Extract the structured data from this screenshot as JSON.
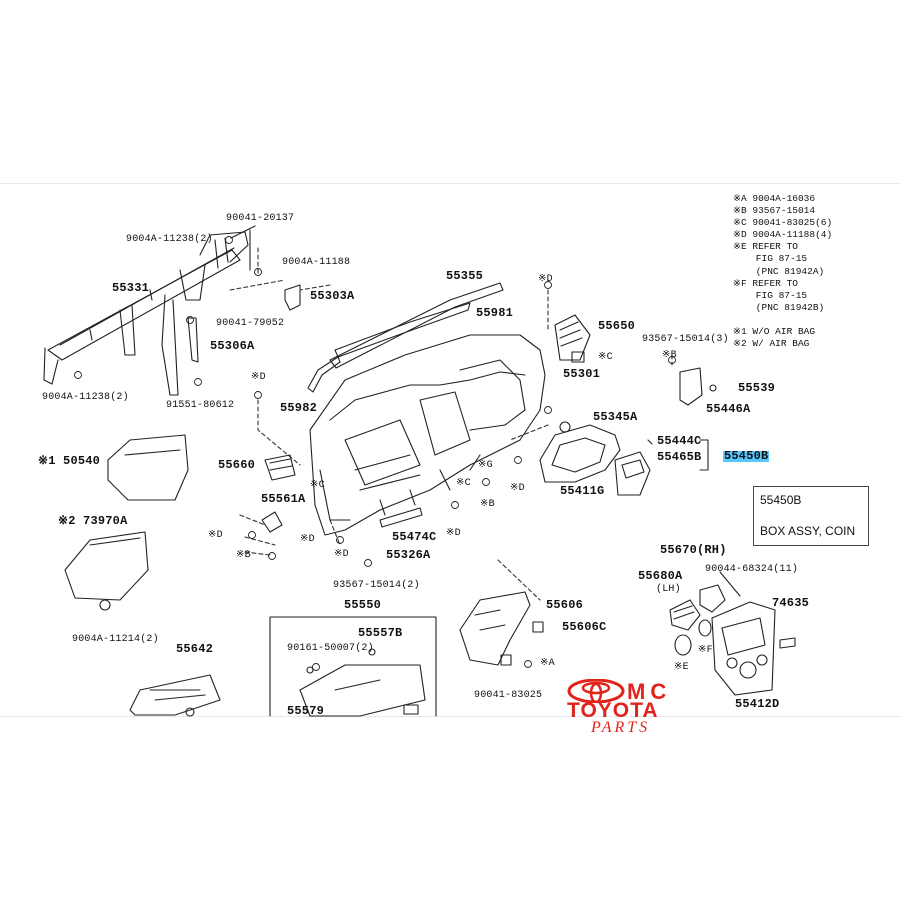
{
  "legend_notes": [
    "※A 9004A-16036",
    "※B 93567-15014",
    "※C 90041-83025(6)",
    "※D 9004A-11188(4)",
    "※E REFER TO",
    "    FIG 87-15",
    "    (PNC 81942A)",
    "※F REFER TO",
    "    FIG 87-15",
    "    (PNC 81942B)",
    "",
    "※1 W/O AIR BAG",
    "※2 W/ AIR BAG"
  ],
  "labels": {
    "l_90041_20137": "90041-20137",
    "l_9004A_11238_2_top": "9004A-11238(2)",
    "l_9004A_11188": "9004A-11188",
    "l_55331": "55331",
    "l_55303A": "55303A",
    "l_90041_79052": "90041-79052",
    "l_55306A": "55306A",
    "l_9004A_11238_2_bot": "9004A-11238(2)",
    "l_91551_80612": "91551-80612",
    "l_55355": "55355",
    "l_55981": "55981",
    "l_55650": "55650",
    "l_D1": "※D",
    "l_C1": "※C",
    "l_55301": "55301",
    "l_93567_15014_3": "93567-15014(3)",
    "l_B1": "※B",
    "l_55539": "55539",
    "l_55446A": "55446A",
    "l_D2": "※D",
    "l_55982": "55982",
    "l_55345A": "55345A",
    "l_55444C": "55444C",
    "l_55465B": "55465B",
    "l_55450B": "55450B",
    "l_55411G": "55411G",
    "l_50540": "※1 50540",
    "l_55660": "55660",
    "l_C2": "※C",
    "l_G": "※G",
    "l_D3": "※D",
    "l_C3": "※C",
    "l_B2": "※B",
    "l_D4": "※D",
    "l_55561A": "55561A",
    "l_D5": "※D",
    "l_B3": "※B",
    "l_D6": "※D",
    "l_55474C": "55474C",
    "l_D7": "※D",
    "l_55326A": "55326A",
    "l_93567_15014_2": "93567-15014(2)",
    "l_73970A": "※2 73970A",
    "l_9004A_11214_2": "9004A-11214(2)",
    "l_55670": "55670(RH)",
    "l_55680A": "55680A",
    "l_LH": "(LH)",
    "l_90044_68324": "90044-68324(11)",
    "l_74635": "74635",
    "l_55550": "55550",
    "l_55606": "55606",
    "l_55557B": "55557B",
    "l_90161_50007": "90161-50007(2)",
    "l_55606C": "55606C",
    "l_55642": "55642",
    "l_55579": "55579",
    "l_A1": "※A",
    "l_90041_83025": "90041-83025",
    "l_E": "※E",
    "l_F": "※F",
    "l_55412D": "55412D"
  },
  "tooltip": {
    "part_number": "55450B",
    "description": "BOX ASSY, COIN"
  },
  "logo": {
    "line1": "MC",
    "line2": "TOYOTA",
    "line3": "PARTS",
    "color": "#e0241b"
  },
  "colors": {
    "highlight": "#58c8ff",
    "line": "#222222"
  }
}
